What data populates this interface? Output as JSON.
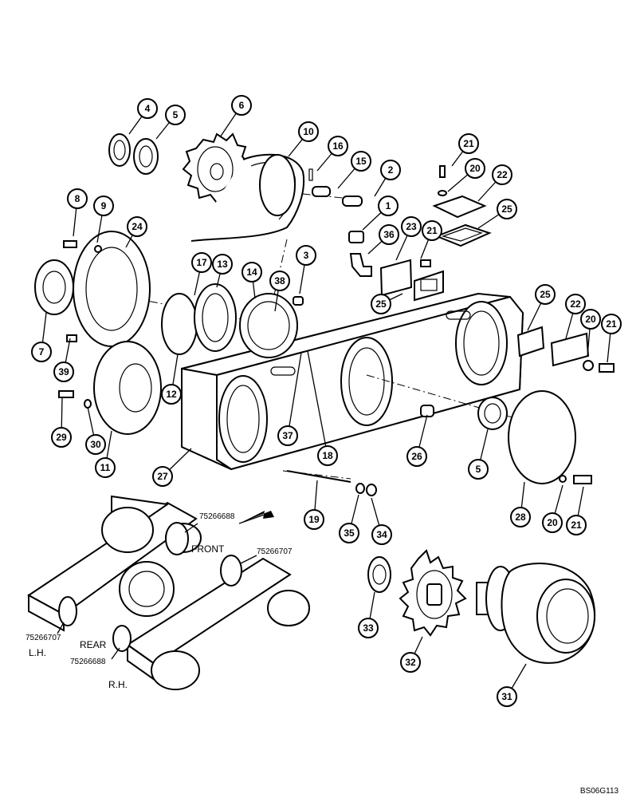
{
  "drawing_code": "BS06G113",
  "inset": {
    "direction_label": "FRONT",
    "rear_label": "REAR",
    "lh_label": "L.H.",
    "rh_label": "R.H.",
    "part_numbers": [
      "75266688",
      "75266707",
      "75266707",
      "75266688"
    ]
  },
  "callouts": [
    "4",
    "5",
    "6",
    "10",
    "16",
    "15",
    "2",
    "21",
    "20",
    "22",
    "8",
    "9",
    "24",
    "1",
    "36",
    "23",
    "21",
    "25",
    "7",
    "17",
    "13",
    "14",
    "3",
    "38",
    "25",
    "25",
    "22",
    "20",
    "21",
    "39",
    "12",
    "29",
    "30",
    "11",
    "37",
    "18",
    "26",
    "5",
    "27",
    "19",
    "28",
    "20",
    "21",
    "35",
    "34",
    "33",
    "32",
    "31"
  ]
}
